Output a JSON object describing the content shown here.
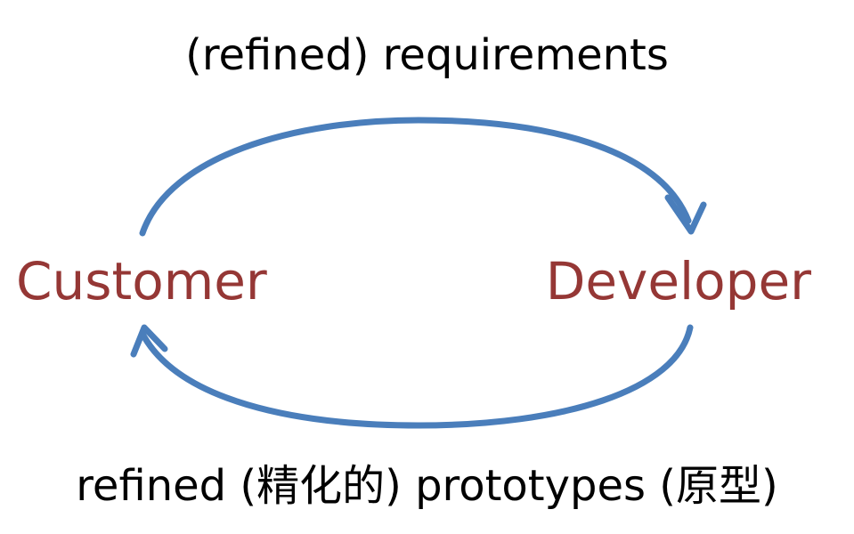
{
  "nodes": {
    "customer": "Customer",
    "developer": "Developer"
  },
  "edges": {
    "forward_label": "(refined) requirements",
    "backward_label": "refined (精化的) prototypes (原型)"
  },
  "colors": {
    "node_text": "#953735",
    "arrow": "#4a7ebb",
    "label_text": "#000000",
    "background": "#ffffff"
  }
}
